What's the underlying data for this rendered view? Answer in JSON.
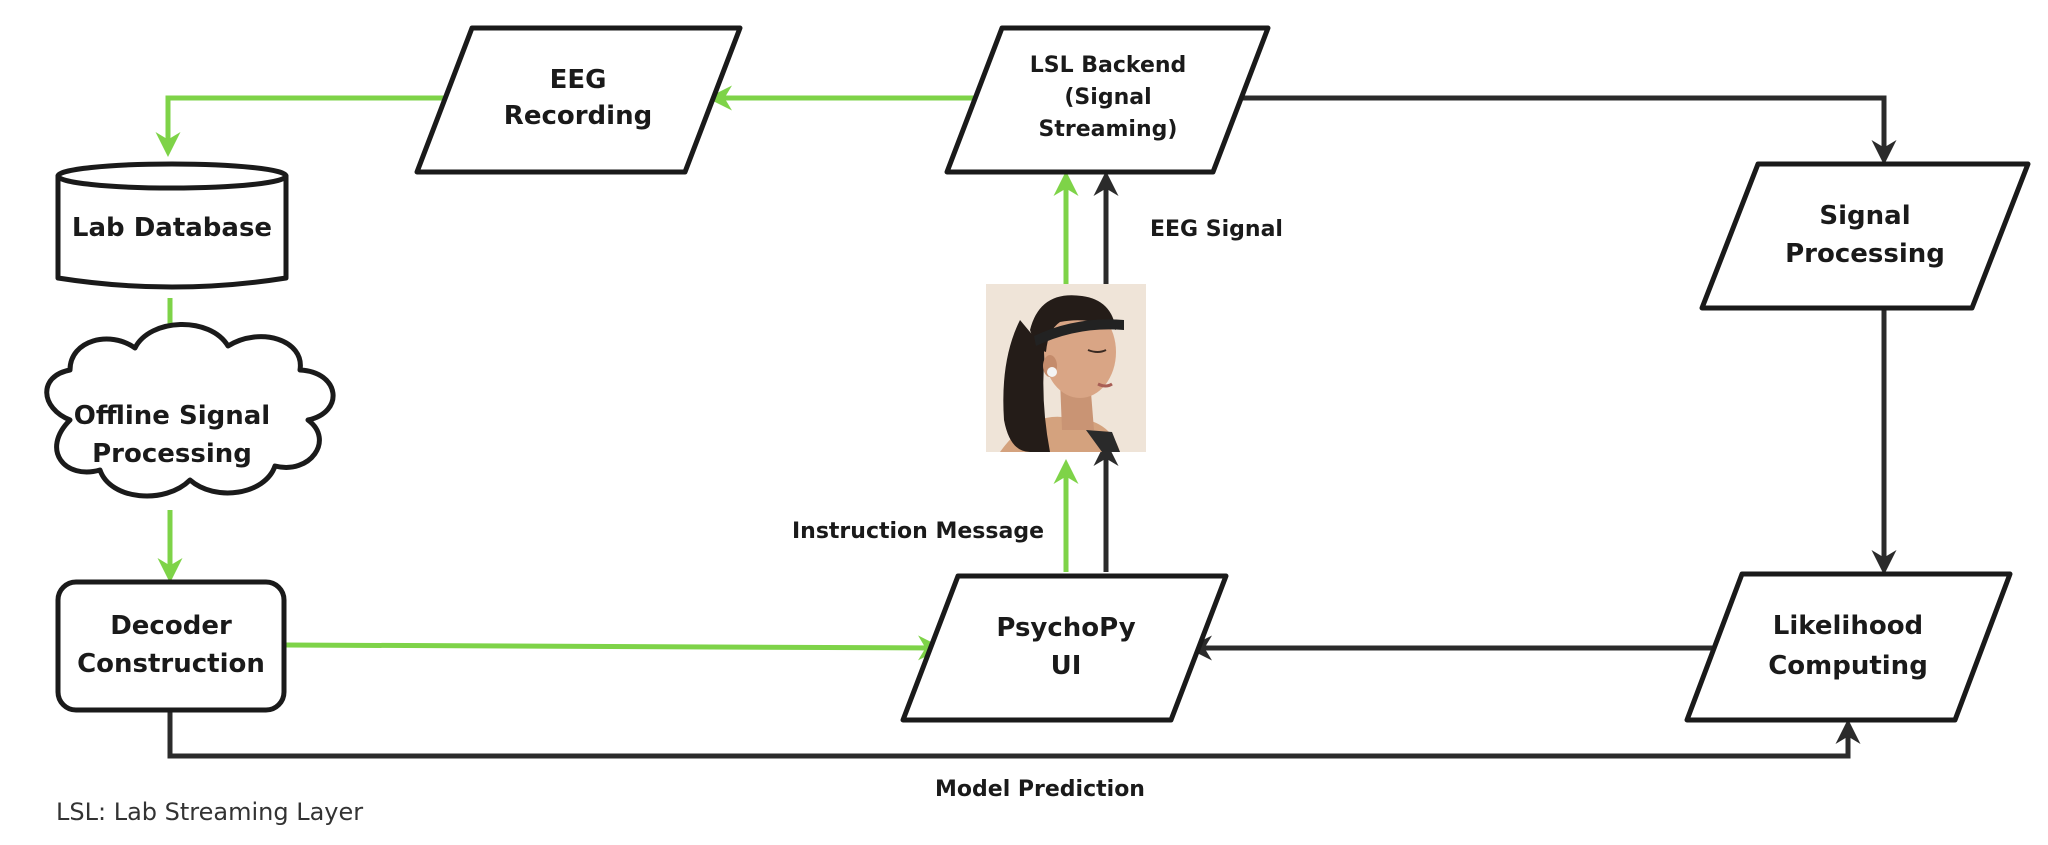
{
  "colors": {
    "data_flow": "#7ED348",
    "control_flow": "#2B2B2B",
    "stroke": "#1A1A1A",
    "fill": "#FFFFFF"
  },
  "nodes": {
    "eeg_recording": {
      "line1": "EEG",
      "line2": "Recording"
    },
    "lsl_backend": {
      "line1": "LSL Backend",
      "line2": "(Signal",
      "line3": "Streaming)"
    },
    "lab_database": {
      "label": "Lab Database"
    },
    "offline_signal_processing": {
      "line1": "Offline Signal",
      "line2": "Processing"
    },
    "decoder_construction": {
      "line1": "Decoder",
      "line2": "Construction"
    },
    "psychopy_ui": {
      "line1": "PsychoPy",
      "line2": "UI"
    },
    "signal_processing": {
      "line1": "Signal",
      "line2": "Processing"
    },
    "likelihood_computing": {
      "line1": "Likelihood",
      "line2": "Computing"
    },
    "user_photo": {
      "icon": "person-with-eeg-headband-icon"
    }
  },
  "edge_labels": {
    "eeg_signal": "EEG Signal",
    "instruction_message": "Instruction Message",
    "model_prediction": "Model Prediction"
  },
  "footnote": "LSL: Lab Streaming Layer"
}
